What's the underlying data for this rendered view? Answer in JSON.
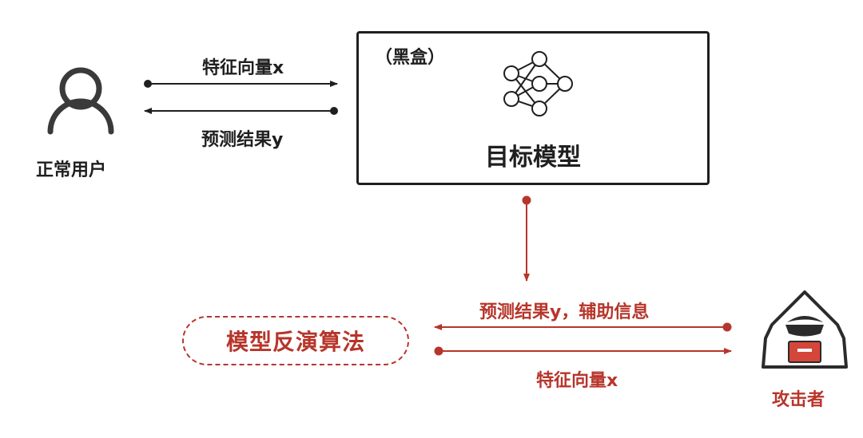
{
  "normal_user": {
    "label": "正常用户"
  },
  "target": {
    "blackbox_label": "（黑盒）",
    "title": "目标模型"
  },
  "user_flow": {
    "input_label": "特征向量x",
    "output_label": "预测结果y"
  },
  "attack": {
    "algorithm_label": "模型反演算法",
    "received_label": "预测结果y，辅助信息",
    "sent_label": "特征向量x",
    "attacker_label": "攻击者"
  },
  "colors": {
    "dark": "#1f1f1f",
    "red": "#b7352b"
  },
  "icons": {
    "user": "person-outline-icon",
    "network": "neural-network-icon",
    "attacker": "hooded-hacker-icon"
  }
}
